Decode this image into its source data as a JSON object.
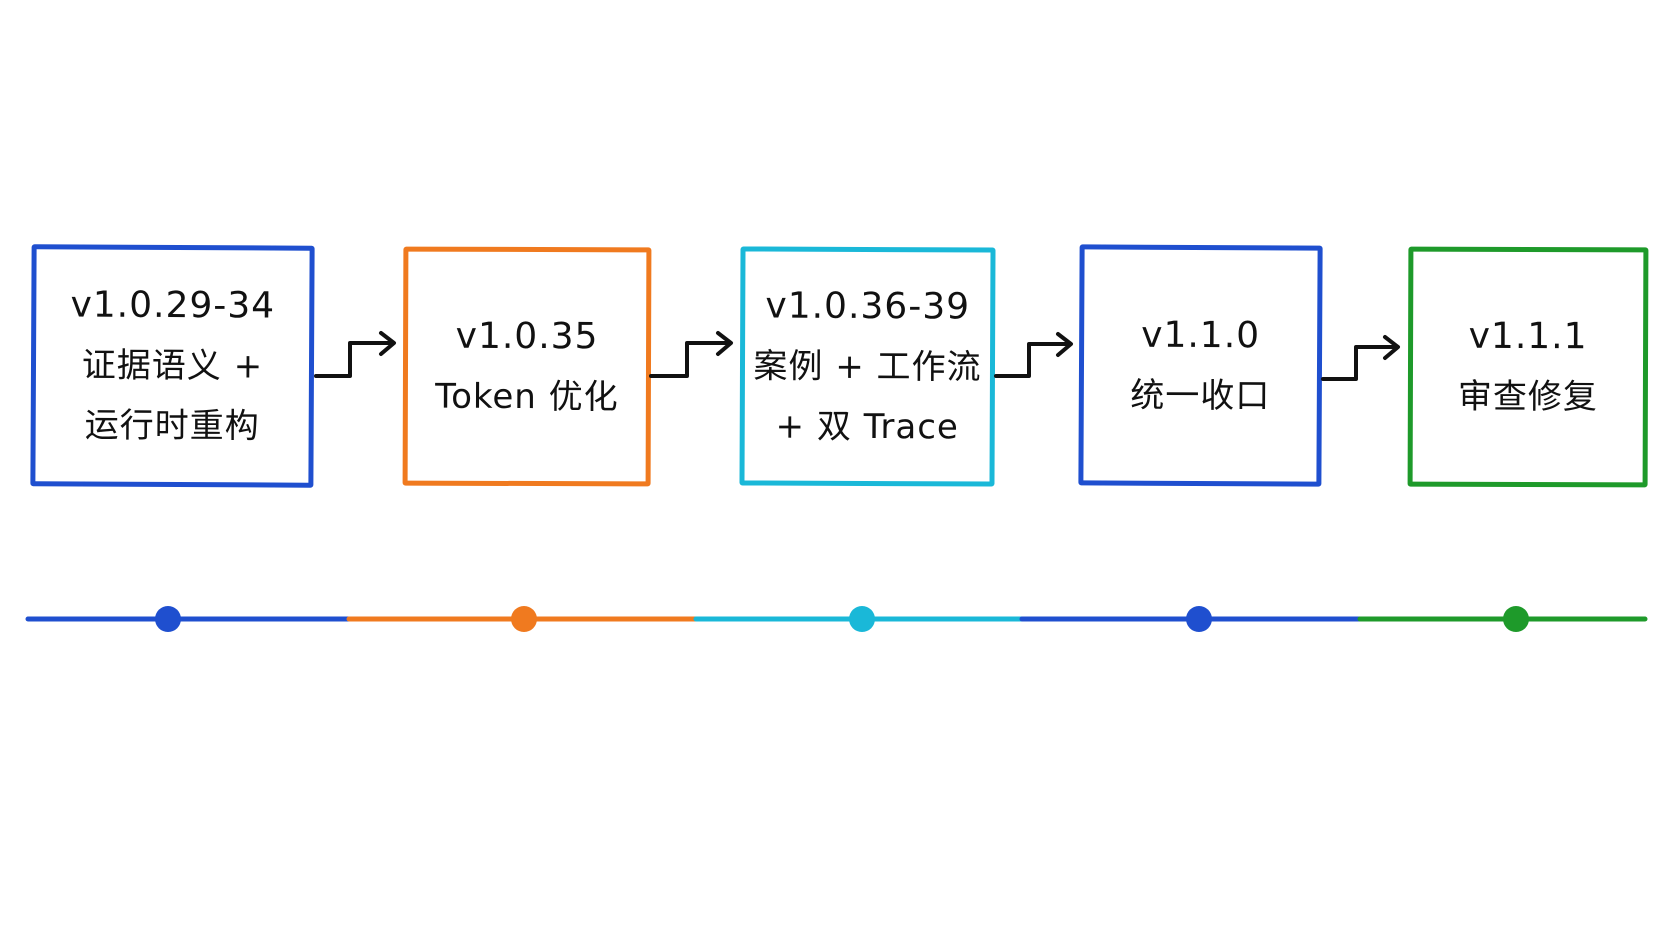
{
  "stages": [
    {
      "lines": [
        "v1.0.29-34",
        "证据语义 +",
        "运行时重构"
      ],
      "color": "#1f4fcf"
    },
    {
      "lines": [
        "v1.0.35",
        "Token 优化"
      ],
      "color": "#f07a1f"
    },
    {
      "lines": [
        "v1.0.36-39",
        "案例 + 工作流",
        "+ 双 Trace"
      ],
      "color": "#1ab8d8"
    },
    {
      "lines": [
        "v1.1.0",
        "统一收口"
      ],
      "color": "#1f4fcf"
    },
    {
      "lines": [
        "v1.1.1",
        "审查修复"
      ],
      "color": "#1e9a2a"
    }
  ],
  "connector_color": "#111111"
}
